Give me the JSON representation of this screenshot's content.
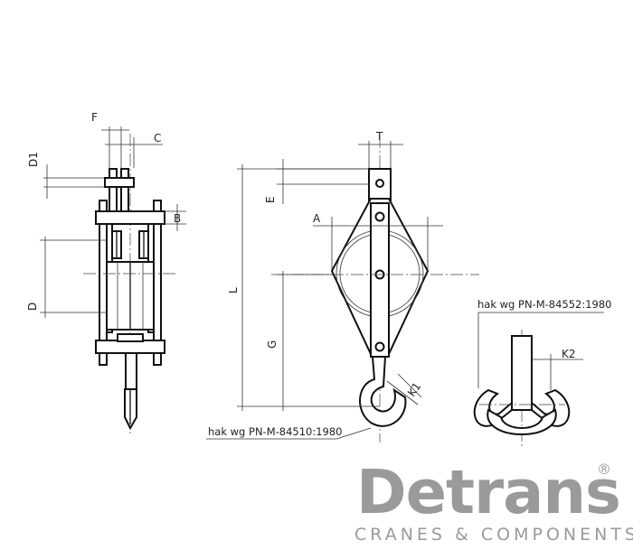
{
  "dimensions": {
    "F": "F",
    "C": "C",
    "D1": "D1",
    "B": "B",
    "D": "D",
    "T": "T",
    "E": "E",
    "A": "A",
    "L": "L",
    "G": "G",
    "K1": "K1",
    "K2": "K2"
  },
  "notes": {
    "hook_single": "hak wg PN-M-84510:1980",
    "hook_double": "hak wg PN-M-84552:1980"
  },
  "logo": {
    "brand": "Detrans",
    "registered": "®",
    "tagline": "CRANES & COMPONENTS"
  }
}
